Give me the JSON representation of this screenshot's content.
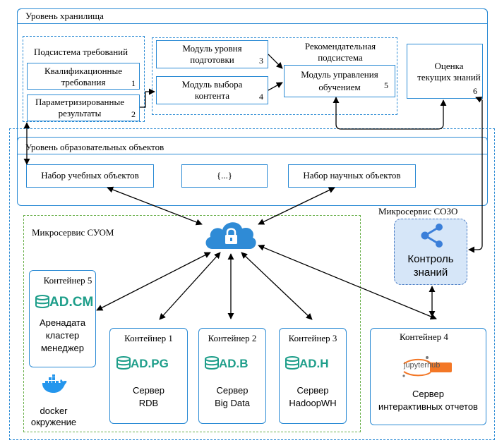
{
  "storage": {
    "title": "Уровень хранилища",
    "requirements": {
      "title": "Подсистема требований",
      "qual": {
        "label": "Квалификационные требования",
        "line1": "Квалификационные",
        "line2": "требования",
        "num": "1"
      },
      "results": {
        "label": "Параметризированные результаты",
        "line1": "Параметризированные",
        "line2": "результаты",
        "num": "2"
      }
    },
    "prep": {
      "line1": "Модуль уровня",
      "line2": "подготовки",
      "num": "3"
    },
    "content": {
      "line1": "Модуль выбора",
      "line2": "контента",
      "num": "4"
    },
    "recommender": {
      "title1": "Рекомендательная",
      "title2": "подсистема",
      "module": {
        "line1": "Модуль управления",
        "line2": "обучением",
        "num": "5"
      }
    },
    "assessment": {
      "line1": "Оценка",
      "line2": "текущих знаний",
      "num": "6"
    }
  },
  "objects": {
    "title": "Уровень образовательных объектов",
    "learning": "Набор учебных объектов",
    "ellipsis": "{...}",
    "scientific": "Набор научных объектов"
  },
  "soz": {
    "title": "Микросервис СОЗО",
    "control": {
      "line1": "Контроль",
      "line2": "знаний"
    }
  },
  "suom": {
    "title": "Микросервис СУОМ",
    "c5": {
      "title": "Контейнер 5",
      "logo": "AD.CM",
      "line1": "Аренадата",
      "line2": "кластер",
      "line3": "менеджер"
    },
    "c1": {
      "title": "Контейнер 1",
      "logo": "AD.PG",
      "line1": "Сервер",
      "line2": "RDB"
    },
    "c2": {
      "title": "Контейнер 2",
      "logo": "AD.B",
      "line1": "Сервер",
      "line2": "Big Data"
    },
    "c3": {
      "title": "Контейнер 3",
      "logo": "AD.H",
      "line1": "Сервер",
      "line2": "HadoopWH"
    },
    "docker": {
      "line1": "docker",
      "line2": "окружение"
    }
  },
  "c4": {
    "title": "Контейнер 4",
    "logo": "jupyterhub",
    "line1": "Сервер",
    "line2": "интерактивных отчетов"
  },
  "colors": {
    "accent": "#2a8ad4",
    "cloud": "#2f8bd6",
    "green": "#6ab04c",
    "arenadata": "#1e9e8a",
    "soz_fill": "#d6e6f8"
  }
}
